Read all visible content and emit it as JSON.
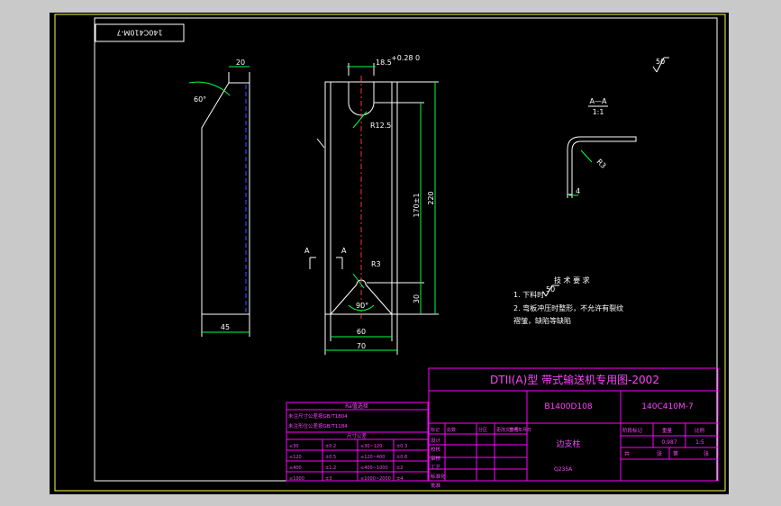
{
  "drawing": {
    "rotated_code": "140C410M-7",
    "roughness": "50",
    "section": {
      "label": "A—A",
      "scale": "1:1",
      "radius": "R3",
      "thickness": "4"
    },
    "front_view": {
      "top_width": "20",
      "angle": "60°",
      "width": "45"
    },
    "side_view": {
      "slot": "18.5",
      "slot_tol": "+0.28\n0",
      "radius_top": "R12.5",
      "radius_bottom": "R3",
      "height_inner": "170±1",
      "height_total": "220",
      "height_bottom": "30",
      "angle_bottom": "90°",
      "width_inner": "60",
      "width_total": "70",
      "section_mark": "A"
    },
    "tech_notes": {
      "title": "技 术 要 求",
      "lines": [
        "1. 下料时",
        "2. 弯板冲压时整形，不允许有裂纹",
        "   褶皱，缺陷等缺陷"
      ]
    }
  },
  "title_block": {
    "header": "DTII(A)型  带式输送机专用图-2002",
    "drawing_no": "B1400D108",
    "code": "140C410M-7",
    "part_name": "边支柱",
    "material": "Q235A",
    "weight": "0.987",
    "scale": "1:5",
    "sheet_labels": [
      "共",
      "张",
      "第",
      "张"
    ],
    "weight_labels": [
      "阶段标记",
      "重量",
      "比例"
    ],
    "rev_headers": [
      "标记",
      "处数",
      "分区",
      "更改文件号",
      "签名",
      "年月日"
    ],
    "rev_rows": [
      "设计",
      "校核",
      "审核",
      "工艺",
      "标准化",
      "批准"
    ]
  },
  "tolerance_table": {
    "title": "Ra值选择",
    "note1": "未注尺寸公差按GB/T1804",
    "note2": "未注形位公差按GB/T1184",
    "header": "尺寸公差",
    "rows": [
      [
        "≤30",
        "±0.2",
        "≤30~120",
        "±0.3"
      ],
      [
        "≤120",
        "±0.5",
        "≤120~400",
        "±0.8"
      ],
      [
        "≤400",
        "±1.2",
        "≤400~1000",
        "±2"
      ],
      [
        "≤1000",
        "±3",
        "≤1000~2000",
        "±4"
      ]
    ]
  }
}
